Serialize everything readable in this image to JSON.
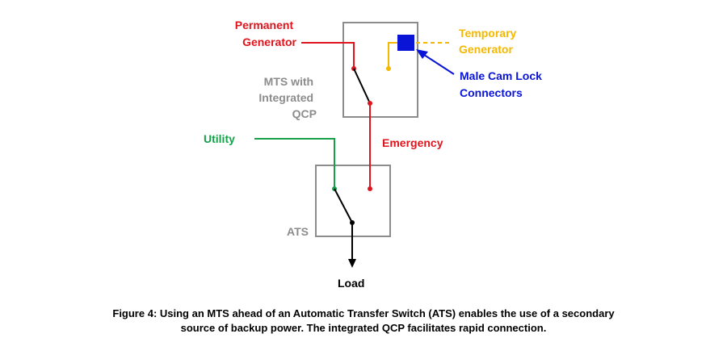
{
  "labels": {
    "permanent_generator": [
      "Permanent",
      "Generator"
    ],
    "temporary_generator": [
      "Temporary",
      "Generator"
    ],
    "mts": [
      "MTS with",
      "Integrated",
      "QCP"
    ],
    "male_cam_lock": [
      "Male Cam Lock",
      "Connectors"
    ],
    "utility": "Utility",
    "emergency": "Emergency",
    "ats": "ATS",
    "load": "Load"
  },
  "caption": [
    "Figure 4: Using an MTS ahead of an Automatic Transfer Switch (ATS) enables the use of a secondary",
    "source of backup power. The integrated QCP facilitates rapid connection."
  ],
  "colors": {
    "permanent": "#e0141c",
    "temporary": "#f5b800",
    "cam_lock": "#0a14d6",
    "utility": "#17a04a",
    "box": "#8c8c8c",
    "load": "#000000"
  }
}
